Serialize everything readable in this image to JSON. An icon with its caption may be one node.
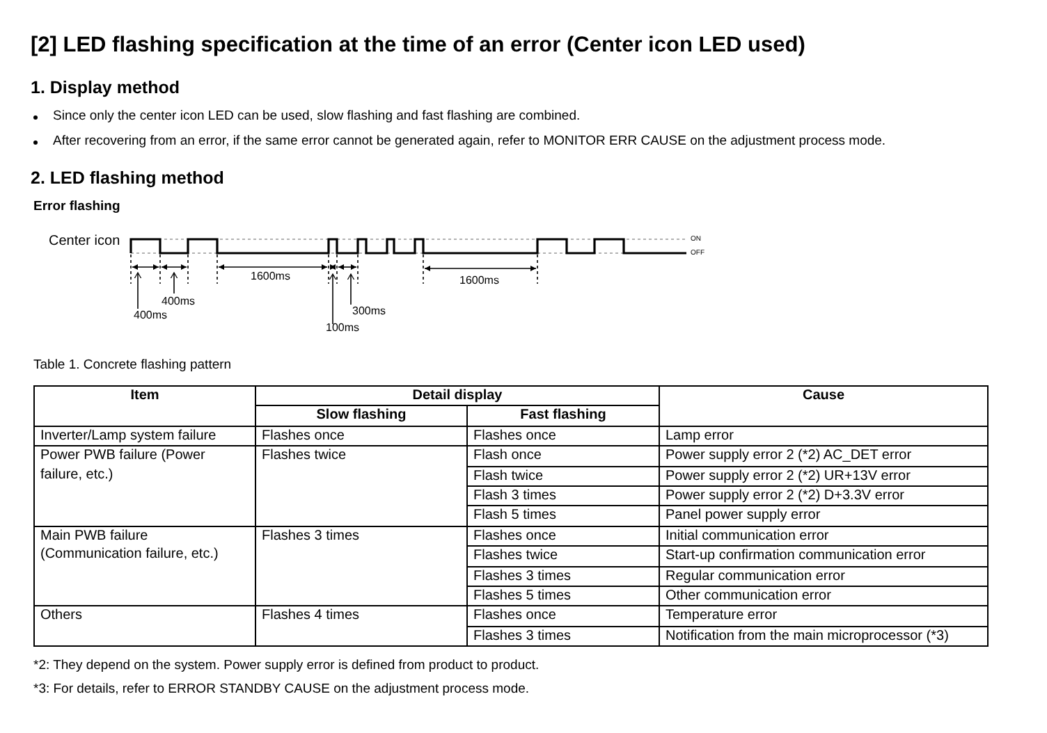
{
  "diagram": {
    "title": "[2] LED flashing specification at the time of an error (Center icon LED used)",
    "labels": [
      "1. Display method",
      "Since only the center icon LED can be used, slow flashing and fast flashing are combined.",
      "After recovering from an error, if the same error cannot be generated again, refer to MONITOR ERR CAUSE on the adjustment process mode.",
      "2. LED flashing method",
      "Error flashing",
      "Center icon",
      "ON",
      "OFF",
      "1600ms",
      "1600ms",
      "400ms",
      "300ms",
      "400ms",
      "100ms",
      "Table 1. Concrete flashing pattern",
      "Item",
      "Detail display",
      "Cause",
      "Slow flashing",
      "Fast flashing",
      "Inverter/Lamp system failure",
      "Flashes once",
      "Flashes once",
      "Lamp error",
      "Power PWB failure (Power failure, etc.)",
      "Flashes twice",
      "Flash once",
      "Power supply error 2 (*2) AC_DET error",
      "Flash twice",
      "Power supply error 2 (*2) UR+13V error",
      "Flash 3 times",
      "Power supply error 2 (*2) D+3.3V error",
      "Flash 5 times",
      "Panel power supply error",
      "Main PWB failure (Communication failure, etc.)",
      "Flashes 3 times",
      "Flashes once",
      "Initial communication error",
      "Flashes twice",
      "Start-up confirmation communication error",
      "Flashes 3 times",
      "Regular communication error",
      "Flashes 5 times",
      "Other communication error",
      "Others",
      "Flashes 4 times",
      "Flashes once",
      "Temperature error",
      "Flashes 3 times",
      "Notification from the main microprocessor (*3)",
      "*2: They depend on the system. Power supply error is defined from product to product.",
      "*3: For details, refer to ERROR STANDBY CAUSE on the adjustment process mode."
    ]
  }
}
